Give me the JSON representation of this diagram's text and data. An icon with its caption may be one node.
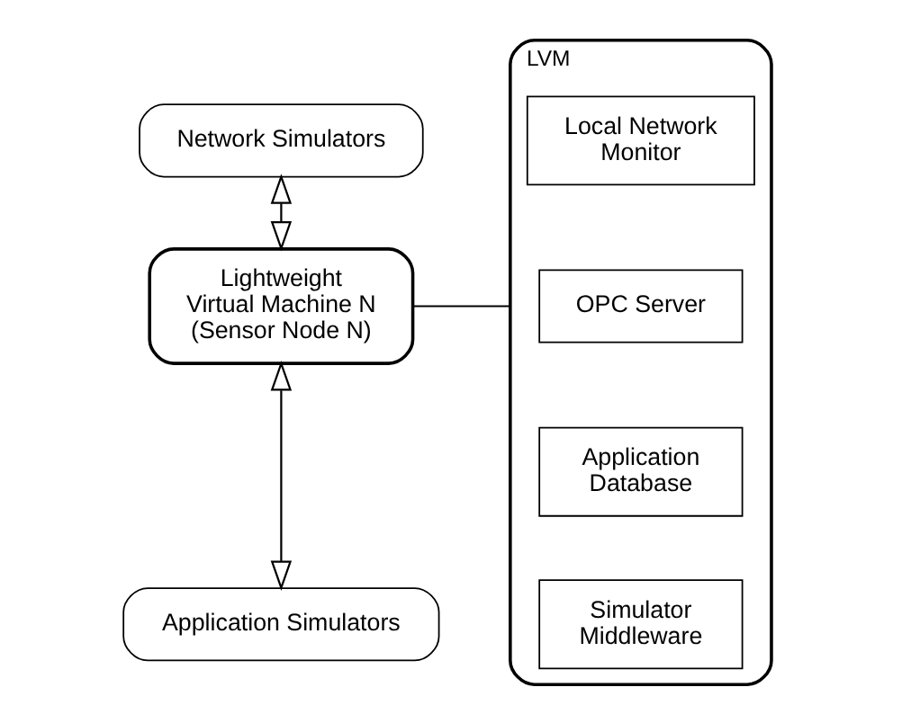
{
  "diagram": {
    "nodes": [
      {
        "text": [
          "Network Simulators"
        ]
      },
      {
        "text": [
          "Lightweight Virtual Machine N (Sensor Node N)"
        ]
      },
      {
        "text": [
          "Application Simulators"
        ]
      },
      {
        "text": [
          "LVM"
        ]
      },
      {
        "text": [
          "Local Network Monitor"
        ],
        "in": 3
      },
      {
        "text": [
          "OPC Server"
        ],
        "in": 3
      },
      {
        "text": [
          "Application Database"
        ],
        "in": 3
      },
      {
        "text": [
          "Simulator Middleware"
        ],
        "in": 3
      }
    ],
    "edges": [
      {
        "from": 0,
        "to": 1,
        "arrow": "both"
      },
      {
        "from": 1,
        "to": 2,
        "arrow": "both"
      },
      {
        "from": 1,
        "to": 3,
        "arrow": "none"
      }
    ]
  }
}
